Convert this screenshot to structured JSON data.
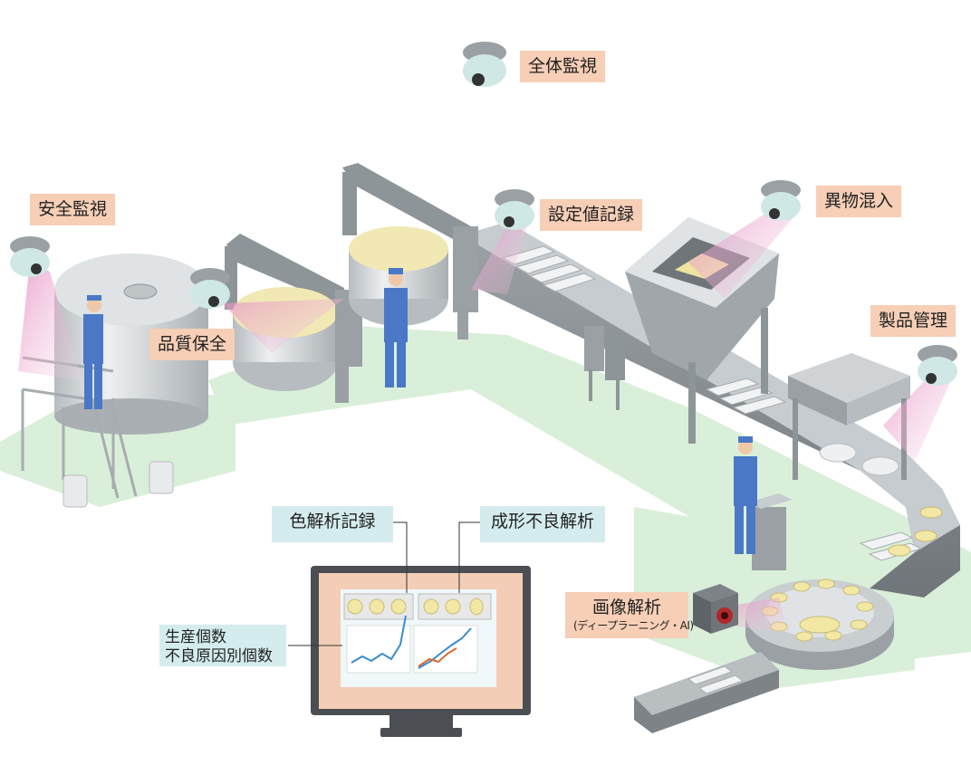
{
  "labels": {
    "overall_monitoring": "全体監視",
    "safety_monitoring": "安全監視",
    "quality_assurance": "品質保全",
    "setpoint_recording": "設定値記録",
    "foreign_matter": "異物混入",
    "product_management": "製品管理",
    "color_analysis_record": "色解析記録",
    "molding_defect_analysis": "成形不良解析",
    "image_analysis": "画像解析",
    "image_analysis_sub": "(ディープラーニング・AI)",
    "production_count": "生産個数",
    "defect_cause_count": "不良原因別個数"
  },
  "colors": {
    "label_peach": "#f6cfb6",
    "label_teal": "#d4ecee",
    "floor_green": "#d9efd9",
    "camera_cone": "#e9a0c9",
    "machine_gray": "#8e9599",
    "tank_silver": "#cfd3d6",
    "worker_blue": "#4a78c6",
    "monitor_frame": "#4b4f53",
    "monitor_screen": "#f3cdb6",
    "chart_line_blue": "#3a8ad0",
    "chart_line_orange": "#d86b2c"
  },
  "icons": [
    "dome-camera-icon",
    "industrial-camera-icon",
    "monitor-icon",
    "worker-icon"
  ]
}
